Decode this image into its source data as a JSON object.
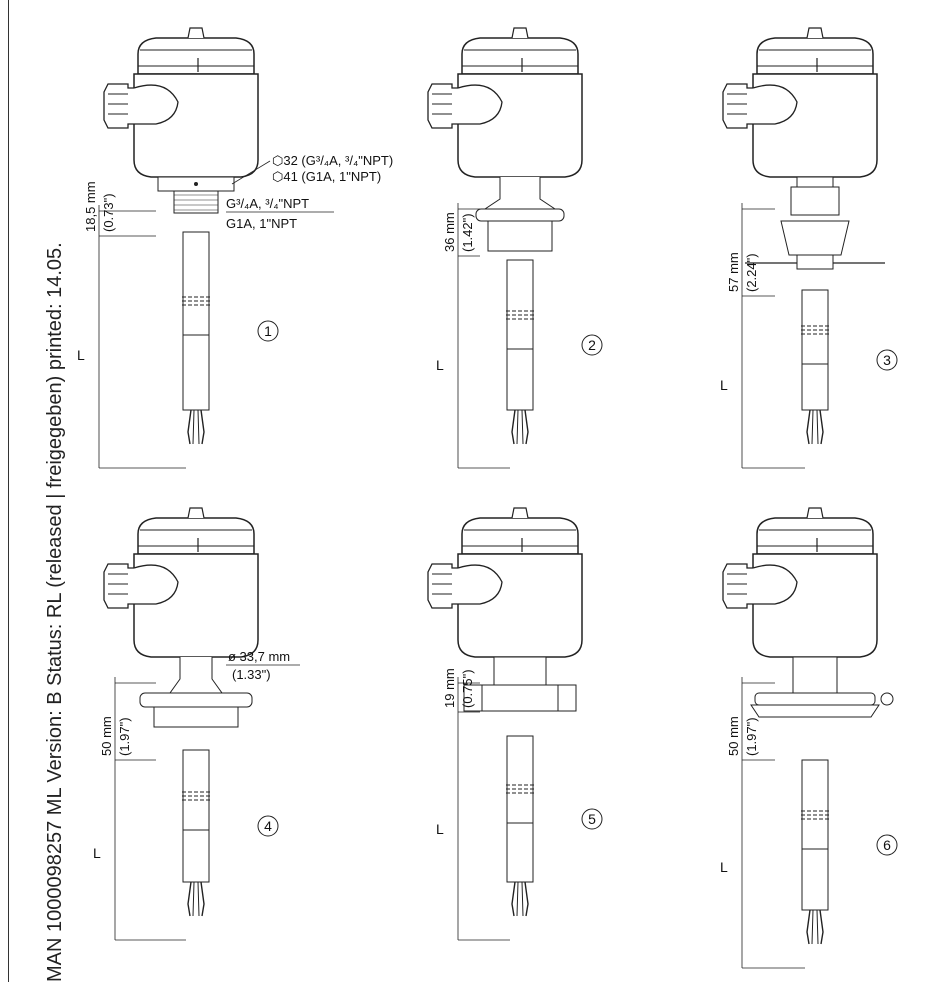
{
  "footer_text": "MAN 1000098257  ML  Version: B Status: RL (released | freigegeben)  printed: 14.05.",
  "variants": [
    {
      "number": "1",
      "dim1": "18,5 mm",
      "dim1_in": "(0.73\")",
      "wrench1": "32 (G³/₄A, ³/₄\"NPT)",
      "wrench2": "41 (G1A, 1\"NPT)",
      "thread1": "G³/₄A, ³/₄\"NPT",
      "thread2": "G1A, 1\"NPT",
      "length": "L"
    },
    {
      "number": "2",
      "dim1": "36 mm",
      "dim1_in": "(1.42\")",
      "length": "L"
    },
    {
      "number": "3",
      "dim1": "57 mm",
      "dim1_in": "(2.24\")",
      "length": "L"
    },
    {
      "number": "4",
      "dim1": "50 mm",
      "dim1_in": "(1.97\")",
      "diameter": "ø 33,7 mm",
      "diameter_in": "(1.33\")",
      "length": "L"
    },
    {
      "number": "5",
      "dim1": "19 mm",
      "dim1_in": "(0.75\")",
      "length": "L"
    },
    {
      "number": "6",
      "dim1": "50 mm",
      "dim1_in": "(1.97\")",
      "length": "L"
    }
  ]
}
